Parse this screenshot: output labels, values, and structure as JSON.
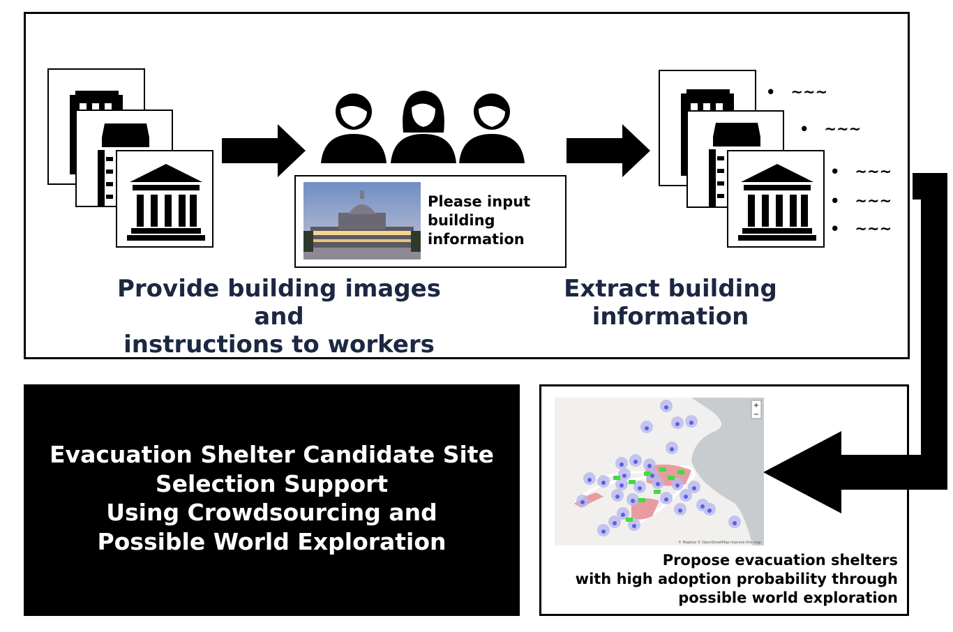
{
  "diagram": {
    "step1_caption": [
      "Provide building images and",
      "instructions to workers"
    ],
    "step2_caption": "Extract building information",
    "prompt_card": {
      "text": [
        "Please input",
        "building",
        "information"
      ]
    },
    "extracted_list": {
      "bullet_marker": "•",
      "items": [
        "~~~",
        "~~~",
        "~~~",
        "~~~",
        "~~~"
      ]
    },
    "map_caption": [
      "Propose evacuation shelters",
      "with high adoption probability through",
      "possible world exploration"
    ],
    "map": {
      "zoom_in": "+",
      "zoom_out": "−",
      "attribution": "© Mapbox © OpenStreetMap Improve this map"
    },
    "title": [
      "Evacuation Shelter Candidate Site",
      "Selection Support",
      "Using Crowdsourcing and",
      "Possible World Exploration"
    ],
    "icons": [
      "office-building-icon",
      "apartment-building-icon",
      "bank-building-icon",
      "worker-person-icon",
      "worker-woman-icon",
      "arrow-right-icon",
      "arrow-left-icon"
    ]
  }
}
